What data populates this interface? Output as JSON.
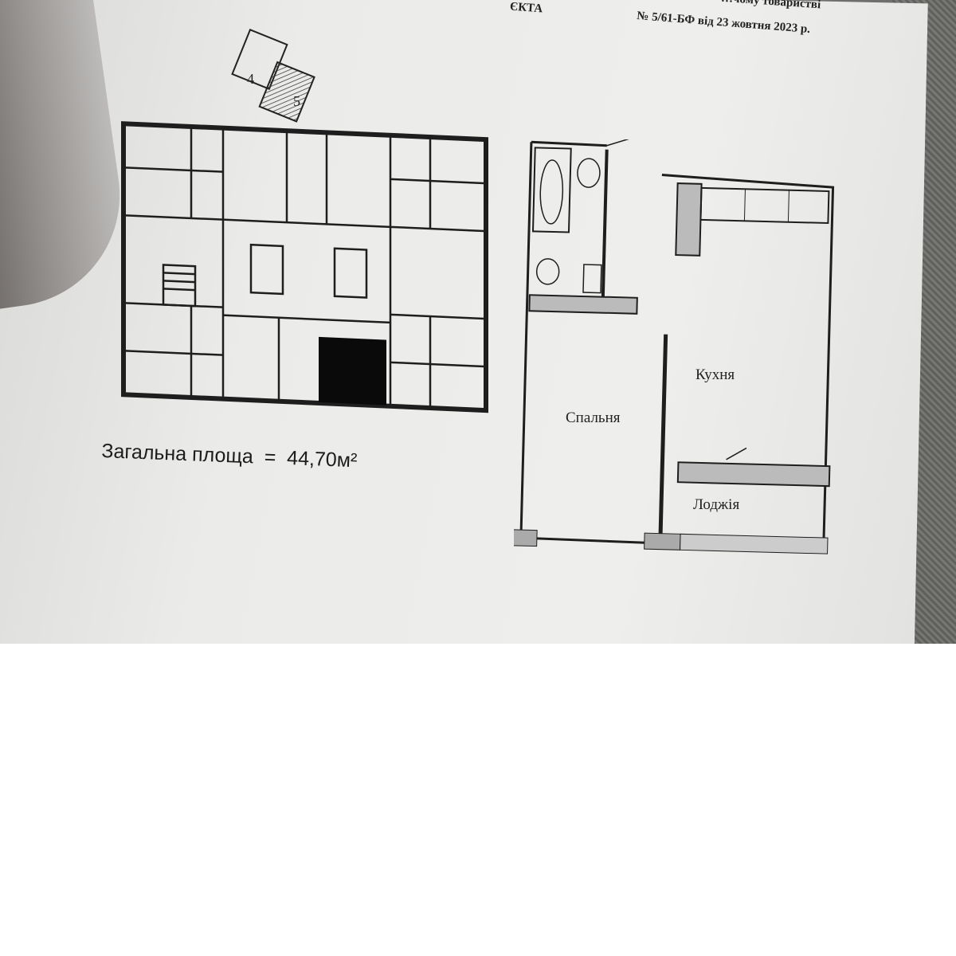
{
  "document": {
    "header_fragment_left": "ЄКТА",
    "header_line1": "…чому товаристві",
    "header_line2": "№ 5/61-БФ від 23 жовтня 2023 р.",
    "key_plan_sections": [
      "4",
      "5"
    ],
    "total_area_label": "Загальна площа",
    "total_area_equals": "=",
    "total_area_value": "44,70",
    "total_area_unit": "м²",
    "rooms": {
      "bedroom": "Спальня",
      "kitchen": "Кухня",
      "loggia": "Лоджія"
    }
  }
}
